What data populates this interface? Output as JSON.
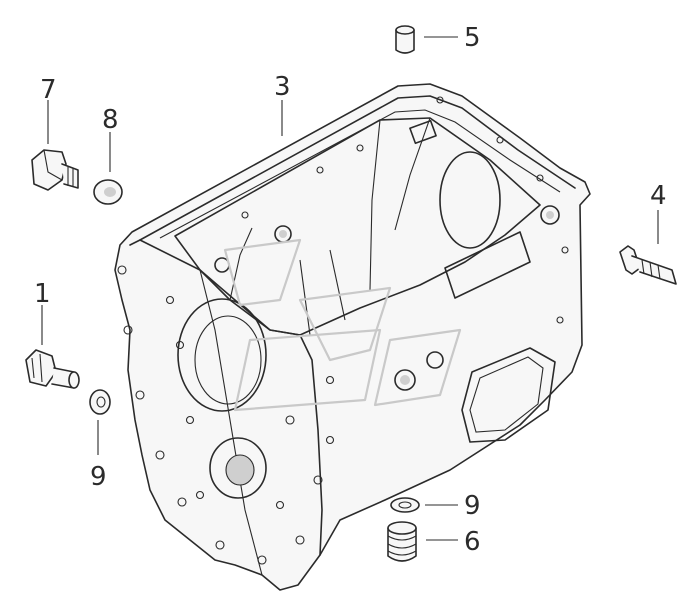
{
  "callouts": [
    {
      "id": "1",
      "label": "1"
    },
    {
      "id": "3",
      "label": "3"
    },
    {
      "id": "4",
      "label": "4"
    },
    {
      "id": "5",
      "label": "5"
    },
    {
      "id": "6",
      "label": "6"
    },
    {
      "id": "7",
      "label": "7"
    },
    {
      "id": "8",
      "label": "8"
    },
    {
      "id": "9a",
      "label": "9"
    },
    {
      "id": "9b",
      "label": "9"
    }
  ],
  "colors": {
    "ink": "#2b2b2b",
    "watermark": "#c9c9c9",
    "background": "#ffffff"
  }
}
